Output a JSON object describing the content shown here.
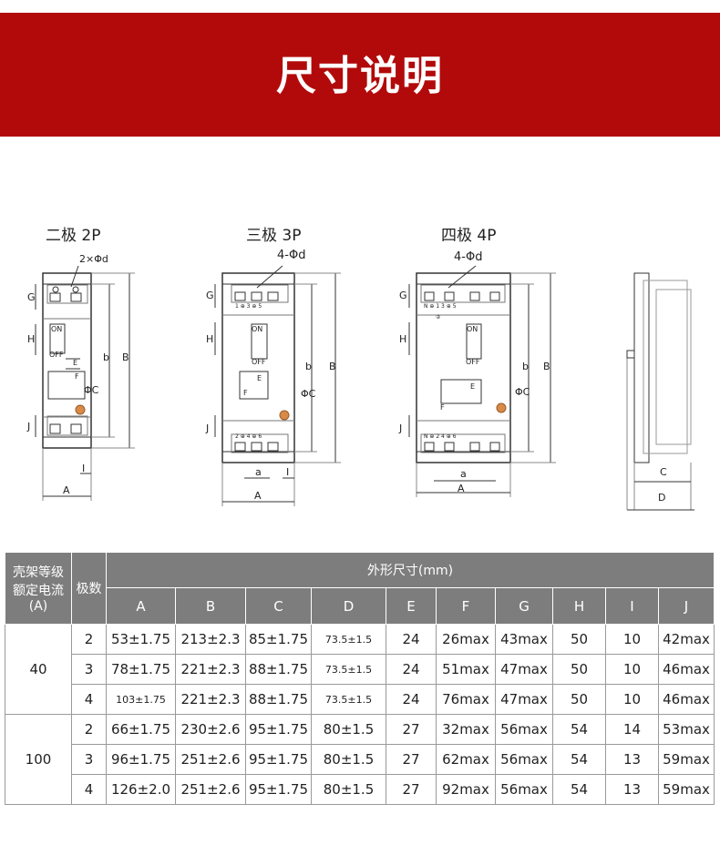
{
  "banner": {
    "title": "尺寸说明",
    "color": "#b20a0b"
  },
  "diagrams": {
    "two_pole": {
      "title": "二极 2P",
      "hole_label": "2×Φd"
    },
    "three_pole": {
      "title": "三极 3P",
      "hole_label": "4-Φd"
    },
    "four_pole": {
      "title": "四极 4P",
      "hole_label": "4-Φd"
    },
    "labels": {
      "G": "G",
      "H": "H",
      "J": "J",
      "E": "E",
      "F": "F",
      "b": "b",
      "B": "B",
      "a": "a",
      "A": "A",
      "I": "I",
      "C": "C",
      "D": "D",
      "phiC": "ΦC",
      "on": "ON",
      "off": "OFF"
    },
    "terminals_3p_top": "1 ⊕ 3 ⊕ 5",
    "terminals_3p_bottom": "2 ⊕ 4 ⊕ 6",
    "terminals_4p_top": "N ⊕ 1   3 ⊕ 5",
    "terminals_4p_bottom": "N ⊕ 2   4 ⊕ 6",
    "mark": "②"
  },
  "table": {
    "header_col1": "壳架等级额定电流(A)",
    "header_col1_lines": [
      "壳架等级",
      "额定电流",
      "(A)"
    ],
    "header_col2": "极数",
    "header_group": "外形尺寸(mm)",
    "columns": [
      "A",
      "B",
      "C",
      "D",
      "E",
      "F",
      "G",
      "H",
      "I",
      "J"
    ],
    "groups": [
      {
        "current": "40",
        "rows": [
          {
            "poles": "2",
            "values": [
              "53±1.75",
              "213±2.3",
              "85±1.75",
              "73.5±1.5",
              "24",
              "26max",
              "43max",
              "50",
              "10",
              "42max"
            ]
          },
          {
            "poles": "3",
            "values": [
              "78±1.75",
              "221±2.3",
              "88±1.75",
              "73.5±1.5",
              "24",
              "51max",
              "47max",
              "50",
              "10",
              "46max"
            ]
          },
          {
            "poles": "4",
            "values": [
              "103±1.75",
              "221±2.3",
              "88±1.75",
              "73.5±1.5",
              "24",
              "76max",
              "47max",
              "50",
              "10",
              "46max"
            ]
          }
        ]
      },
      {
        "current": "100",
        "rows": [
          {
            "poles": "2",
            "values": [
              "66±1.75",
              "230±2.6",
              "95±1.75",
              "80±1.5",
              "27",
              "32max",
              "56max",
              "54",
              "14",
              "53max"
            ]
          },
          {
            "poles": "3",
            "values": [
              "96±1.75",
              "251±2.6",
              "95±1.75",
              "80±1.5",
              "27",
              "62max",
              "56max",
              "54",
              "13",
              "59max"
            ]
          },
          {
            "poles": "4",
            "values": [
              "126±2.0",
              "251±2.6",
              "95±1.75",
              "80±1.5",
              "27",
              "92max",
              "56max",
              "54",
              "13",
              "59max"
            ]
          }
        ]
      }
    ]
  }
}
